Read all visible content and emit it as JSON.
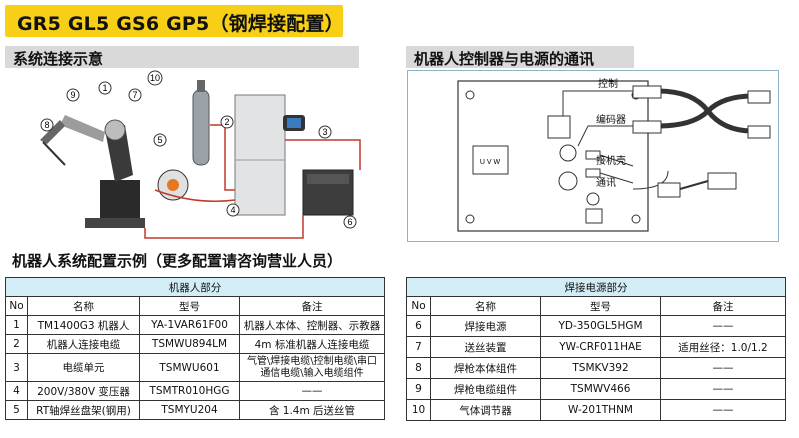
{
  "title": "GR5 GL5 GS6 GP5（钢焊接配置）",
  "left_section": "系统连接示意",
  "right_section": "机器人控制器与电源的通讯",
  "config_heading": "机器人系统配置示例（更多配置请咨询营业人员）",
  "diagram": {
    "callouts": [
      "1",
      "2",
      "3",
      "4",
      "5",
      "6",
      "7",
      "8",
      "9",
      "10"
    ]
  },
  "comm": {
    "labels": {
      "control": "控制",
      "encoder": "编码器",
      "ground": "接机壳",
      "comm": "通讯",
      "uvw": "U V W"
    }
  },
  "robot_table": {
    "title": "机器人部分",
    "headers": [
      "No",
      "名称",
      "型号",
      "备注"
    ],
    "rows": [
      [
        "1",
        "TM1400G3 机器人",
        "YA-1VAR61F00",
        "机器人本体、控制器、示教器"
      ],
      [
        "2",
        "机器人连接电缆",
        "TSMWU894LM",
        "4m 标准机器人连接电缆"
      ],
      [
        "3",
        "电缆单元",
        "TSMWU601",
        "气管\\焊接电缆\\控制电缆\\串口通信电缆\\输入电缆组件"
      ],
      [
        "4",
        "200V/380V 变压器",
        "TSMTR010HGG",
        "——"
      ],
      [
        "5",
        "RT轴焊丝盘架(钢用)",
        "TSMYU204",
        "含 1.4m 后送丝管"
      ]
    ]
  },
  "weld_table": {
    "title": "焊接电源部分",
    "headers": [
      "No",
      "名称",
      "型号",
      "备注"
    ],
    "rows": [
      [
        "6",
        "焊接电源",
        "YD-350GL5HGM",
        "——"
      ],
      [
        "7",
        "送丝装置",
        "YW-CRF011HAE",
        "适用丝径：1.0/1.2"
      ],
      [
        "8",
        "焊枪本体组件",
        "TSMKV392",
        "——"
      ],
      [
        "9",
        "焊枪电缆组件",
        "TSMWV466",
        "——"
      ],
      [
        "10",
        "气体调节器",
        "W-201THNM",
        "——"
      ]
    ]
  }
}
